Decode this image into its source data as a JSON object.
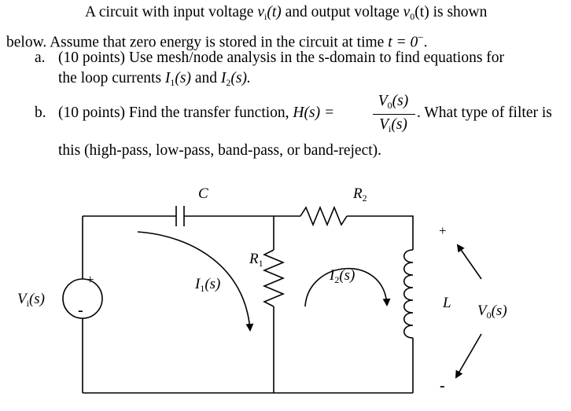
{
  "problem": {
    "intro_a": "A circuit with input voltage",
    "intro_vi": "v",
    "intro_vi_sub": "i",
    "intro_t": "(t)",
    "intro_b": "and output voltage",
    "intro_vo": "v",
    "intro_vo_sub": "0",
    "intro_c": "(t) is shown",
    "line2": "below. Assume that zero energy is stored in the circuit at time",
    "line2_eq": "t = 0",
    "line2_sup": "−",
    "line2_end": ".",
    "part_a_marker": "a.",
    "part_a_line1": "(10 points) Use mesh/node analysis in the s-domain to find equations for",
    "part_a_line2_a": "the loop currents",
    "part_a_I1": "I",
    "part_a_I1_sub": "1",
    "part_a_I1_arg": "(s)",
    "part_a_and": "and",
    "part_a_I2": "I",
    "part_a_I2_sub": "2",
    "part_a_I2_arg": "(s).",
    "part_b_marker": "b.",
    "part_b_text": "(10 points) Find the transfer function,",
    "part_b_H": "H(s) =",
    "part_b_num": "V",
    "part_b_num_sub": "0",
    "part_b_num_arg": "(s)",
    "part_b_den": "V",
    "part_b_den_sub": "i",
    "part_b_den_arg": "(s)",
    "part_b_after": ". What type of filter is",
    "part_b_line2": "this (high-pass, low-pass, band-pass, or band-reject)."
  },
  "circuit": {
    "C_label": "C",
    "R2_label": "R",
    "R2_sub": "2",
    "R1_label": "R",
    "R1_sub": "1",
    "L_label": "L",
    "I1_label": "I",
    "I1_sub": "1",
    "I1_arg": "(s)",
    "I2_label": "I",
    "I2_sub": "2",
    "I2_arg": "(s)",
    "Vi_label": "V",
    "Vi_sub": "i",
    "Vi_arg": "(s)",
    "Vo_label": "V",
    "Vo_sub": "0",
    "Vo_arg": "(s)",
    "source_plus": "+",
    "source_minus": "-",
    "out_plus": "+",
    "out_minus": "-"
  }
}
